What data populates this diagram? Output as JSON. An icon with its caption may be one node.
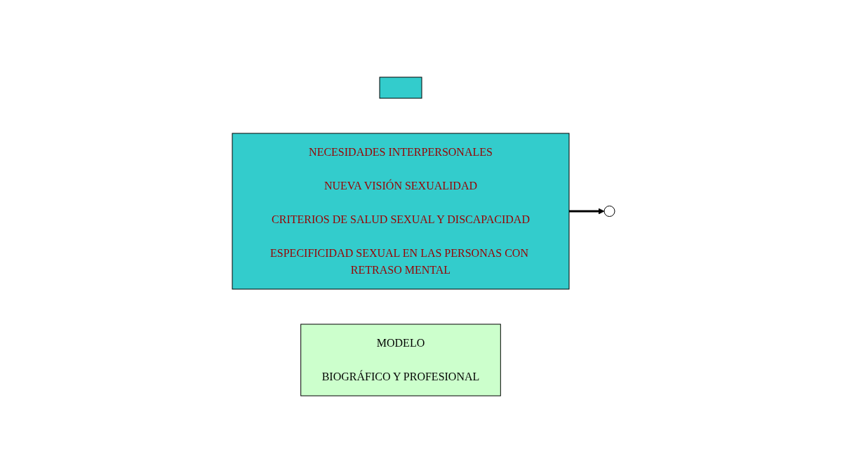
{
  "diagram": {
    "nodes": [
      {
        "text": [],
        "shape": "box"
      },
      {
        "text": [
          "NECESIDADES INTERPERSONALES",
          "NUEVA VISIÓN SEXUALIDAD",
          "CRITERIOS DE SALUD SEXUAL Y DISCAPACIDAD",
          "ESPECIFICIDAD SEXUAL EN LAS PERSONAS CON RETRASO MENTAL"
        ]
      },
      {
        "text": [],
        "shape": "ellipse"
      },
      {
        "text": [
          "MODELO",
          "BIOGRÁFICO Y PROFESIONAL"
        ]
      }
    ],
    "edges": [
      {
        "from": 1,
        "to": 2,
        "arrow": "to"
      }
    ]
  }
}
